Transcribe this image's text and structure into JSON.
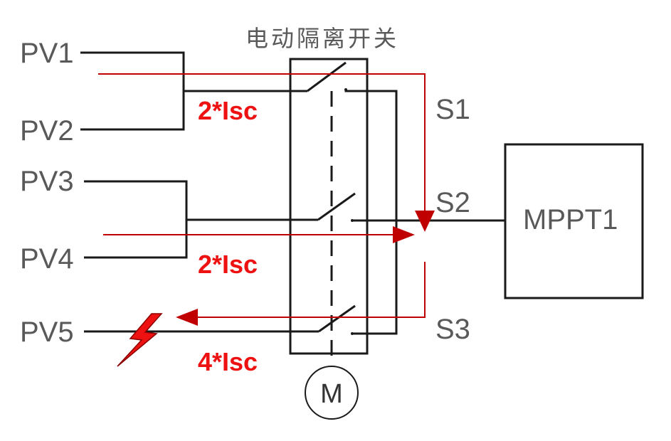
{
  "title": "电动隔离开关",
  "pv_labels": [
    "PV1",
    "PV2",
    "PV3",
    "PV4",
    "PV5"
  ],
  "switch_labels": [
    "S1",
    "S2",
    "S3"
  ],
  "mppt_label": "MPPT1",
  "motor_label": "M",
  "currents": [
    "2*Isc",
    "2*Isc",
    "4*Isc"
  ],
  "colors": {
    "wire": "#1a1a1a",
    "current_path": "#c00000",
    "current_text": "#ee1111",
    "fault": "#ee1111",
    "label": "#595959"
  },
  "icons": {
    "fault": "lightning-bolt-icon",
    "motor": "motor-circle-icon"
  }
}
